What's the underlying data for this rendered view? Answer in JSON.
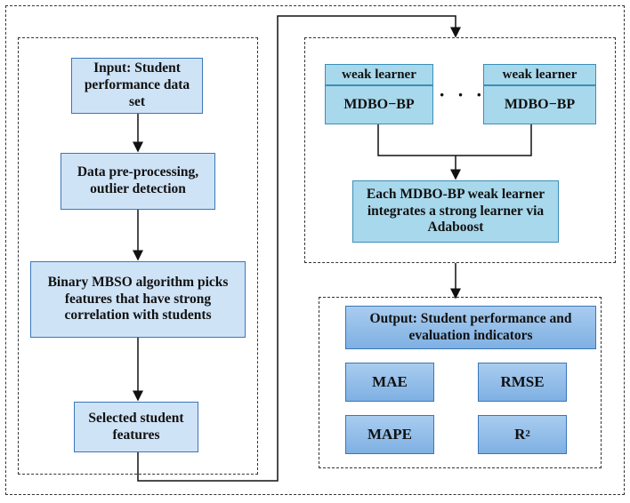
{
  "left_flow": {
    "input": "Input: Student performance data set",
    "preprocess": "Data pre-processing, outlier detection",
    "feature_select": "Binary MBSO algorithm picks features that have strong correlation with students",
    "selected": "Selected student features"
  },
  "ensemble": {
    "weak_learner_1": {
      "header": "weak learner",
      "label": "MDBO−BP"
    },
    "weak_learner_2": {
      "header": "weak learner",
      "label": "MDBO−BP"
    },
    "ellipsis": "· · ·",
    "strong_learner": "Each MDBO-BP weak learner integrates a strong learner via Adaboost"
  },
  "output": {
    "title": "Output: Student performance and evaluation indicators",
    "metrics": {
      "mae": "MAE",
      "rmse": "RMSE",
      "mape": "MAPE",
      "r2": "R",
      "r2_sup": "2"
    }
  },
  "colors": {
    "box_border": "#3a76b8",
    "light_fill": "#cfe3f7",
    "teal_fill": "#a8d8ec",
    "gradient_top": "#a9ccef",
    "gradient_bottom": "#7fb0e3"
  }
}
